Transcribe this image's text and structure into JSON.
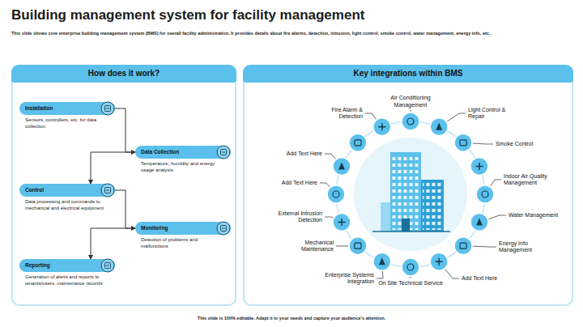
{
  "diagram": {
    "title": "Building management system for facility management",
    "caption": "This slide is 100% editable. Adapt it to your needs and capture your audience's attention.",
    "nodes": [
      {
        "text": [
          "How does it work?"
        ]
      },
      {
        "text": [
          "Installation",
          "Sensors, controllers, etc. for data collection"
        ],
        "in": 0
      },
      {
        "text": [
          "Data Collection",
          "Temperature, humidity and energy usage analysis"
        ],
        "in": 0
      },
      {
        "text": [
          "Control",
          "Data processing and commands to mechanical and electrical equipment"
        ],
        "in": 0
      },
      {
        "text": [
          "Monitoring",
          "Detection of problems and malfunctions"
        ],
        "in": 0
      },
      {
        "text": [
          "Reporting",
          "Generation of alerts and reports to tenants/users, maintenance records"
        ],
        "in": 0
      },
      {
        "text": [
          "Key integrations within BMS"
        ]
      }
    ],
    "edges": [
      {
        "from": 1,
        "to": 2,
        "arrow": "to"
      },
      {
        "from": 2,
        "to": 3,
        "arrow": "to"
      },
      {
        "from": 3,
        "to": 4,
        "arrow": "to"
      },
      {
        "from": 4,
        "to": 5,
        "arrow": "to"
      }
    ],
    "labels": [
      "This slide shows core enterprise building management system (BMS) for overall facility administration. It provides details about fire alarms, detection, intrusion, light control, smoke control, water management, energy info, etc.",
      "Fire Alarm & Detection",
      "Air Conditioning Management",
      "Light Control & Repair",
      "Add Text Here",
      "Smoke Control",
      "Add Text Here",
      "Indoor Air Quality Management",
      "External Intrusion Detection",
      "Water Management",
      "Mechanical Maintenance",
      "Energy Info Management",
      "Enterprise Systems Integration",
      "Add Text Here",
      "On Site Technical Service"
    ]
  }
}
